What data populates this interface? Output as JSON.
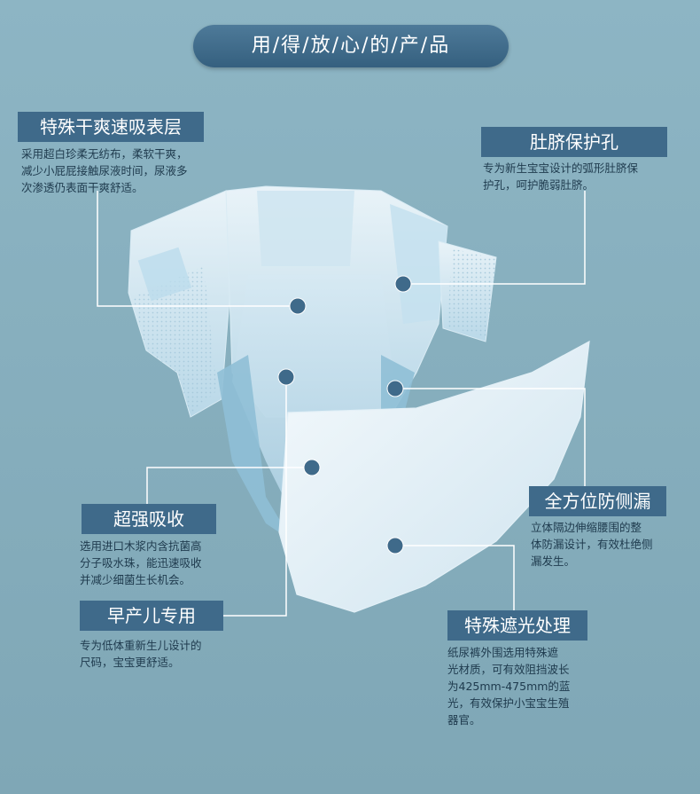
{
  "header": {
    "title": "用/得/放/心/的/产/品"
  },
  "features": {
    "dry_surface": {
      "title": "特殊干爽速吸表层",
      "lines": [
        "采用超白珍柔无纺布，柔软干爽，",
        "减少小屁屁接触尿液时间，尿液多",
        "次渗透仍表面干爽舒适。"
      ]
    },
    "navel": {
      "title": "肚脐保护孔",
      "lines": [
        "专为新生宝宝设计的弧形肚脐保",
        "护孔，呵护脆弱肚脐。"
      ]
    },
    "absorb": {
      "title": "超强吸收",
      "lines": [
        "选用进口木浆内含抗菌高",
        "分子吸水珠，能迅速吸收",
        "并减少细菌生长机会。"
      ]
    },
    "leak": {
      "title": "全方位防侧漏",
      "lines": [
        "立体隔边伸缩腰围的整",
        "体防漏设计，有效杜绝侧",
        "漏发生。"
      ]
    },
    "premature": {
      "title": "早产儿专用",
      "lines": [
        "专为低体重新生儿设计的",
        "尺码，宝宝更舒适。"
      ]
    },
    "light": {
      "title": "特殊遮光处理",
      "lines": [
        "纸尿裤外围选用特殊遮",
        "光材质，可有效阻挡波长",
        "为425mm-475mm的蓝",
        "光，有效保护小宝宝生殖",
        "器官。"
      ]
    }
  },
  "colors": {
    "label_bg": "#3f6a8a",
    "dot": "#3f6a8a",
    "line": "#ffffff",
    "text": "#1e3a4d"
  }
}
